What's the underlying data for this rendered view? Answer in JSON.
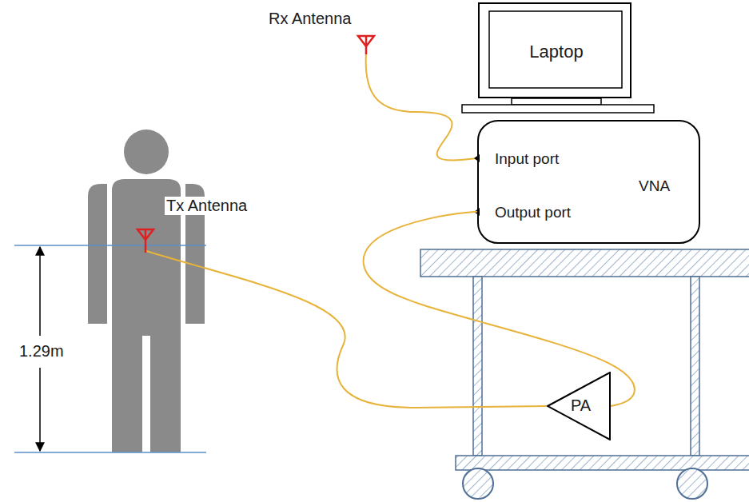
{
  "diagram": {
    "nodes": [
      {
        "text": [
          "Laptop"
        ]
      },
      {
        "text": [
          "Input port",
          "Output port",
          "VNA"
        ]
      },
      {
        "text": [
          "PA"
        ]
      }
    ],
    "edges": [
      {
        "from": 1,
        "to": 2,
        "arrow": "none"
      }
    ],
    "labels": [
      "Rx Antenna",
      "Tx Antenna",
      "1.29m"
    ]
  }
}
